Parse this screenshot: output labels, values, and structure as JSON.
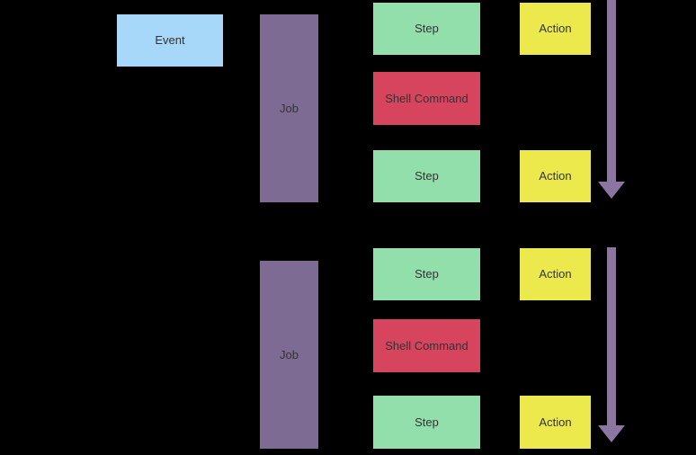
{
  "colors": {
    "background": "#000000",
    "event_fill": "#a7d7f9",
    "job_fill": "#7d6b93",
    "step_fill": "#92dfac",
    "shell_command_fill": "#d6455d",
    "action_fill": "#ece94d",
    "arrow": "#8a76a0",
    "label_text": "#333333"
  },
  "diagram": {
    "event": {
      "label": "Event"
    },
    "jobs": [
      {
        "label": "Job",
        "steps": [
          {
            "kind": "step",
            "label": "Step",
            "action": {
              "label": "Action"
            }
          },
          {
            "kind": "shell_command",
            "label": "Shell Command",
            "action": null
          },
          {
            "kind": "step",
            "label": "Step",
            "action": {
              "label": "Action"
            }
          }
        ]
      },
      {
        "label": "Job",
        "steps": [
          {
            "kind": "step",
            "label": "Step",
            "action": {
              "label": "Action"
            }
          },
          {
            "kind": "shell_command",
            "label": "Shell Command",
            "action": null
          },
          {
            "kind": "step",
            "label": "Step",
            "action": {
              "label": "Action"
            }
          }
        ]
      }
    ]
  }
}
